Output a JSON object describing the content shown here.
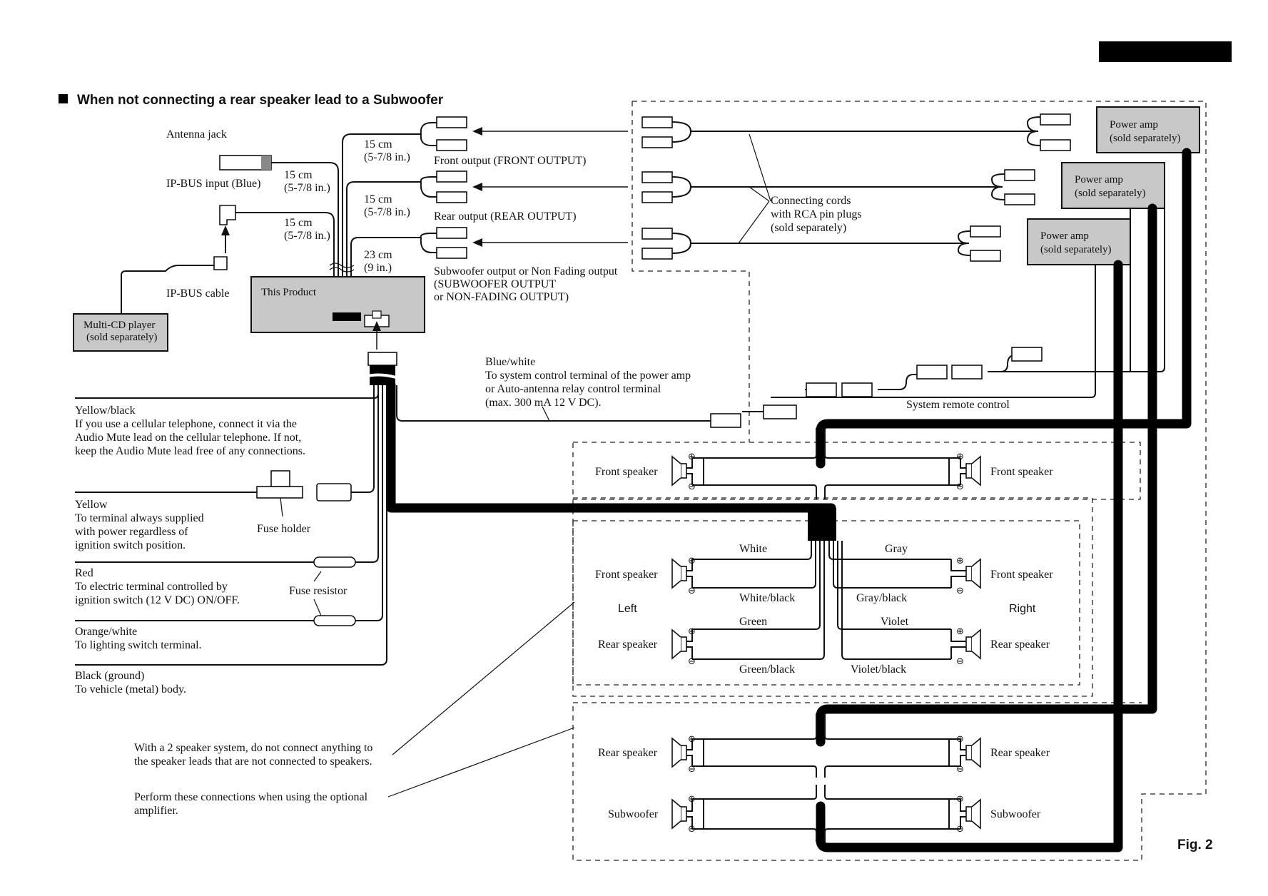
{
  "header_bar_color": "#000000",
  "section_heading": "When not connecting a rear speaker lead to a Subwoofer",
  "figure_label": "Fig. 2",
  "head_unit": {
    "label": "This Product",
    "antenna_jack": "Antenna jack",
    "ipbus_input": "IP-BUS input (Blue)",
    "ipbus_cable": "IP-BUS cable",
    "multi_cd_line1": "Multi-CD player",
    "multi_cd_line2": "(sold separately)",
    "len_antenna_1": "15 cm",
    "len_antenna_2": "(5-7/8 in.)",
    "len_ipbus_1": "15 cm",
    "len_ipbus_2": "(5-7/8 in.)"
  },
  "rca_outputs": {
    "front_len_1": "15 cm",
    "front_len_2": "(5-7/8 in.)",
    "front_label": "Front output (FRONT OUTPUT)",
    "rear_len_1": "15 cm",
    "rear_len_2": "(5-7/8 in.)",
    "rear_label": "Rear output (REAR OUTPUT)",
    "sub_len_1": "23 cm",
    "sub_len_2": "(9 in.)",
    "sub_label_1": "Subwoofer output or Non Fading output",
    "sub_label_2": "(SUBWOOFER OUTPUT",
    "sub_label_3": "or NON-FADING OUTPUT)",
    "cords_1": "Connecting cords",
    "cords_2": "with RCA pin plugs",
    "cords_3": "(sold separately)"
  },
  "power_amps": [
    {
      "line1": "Power amp",
      "line2": "(sold separately)"
    },
    {
      "line1": "Power amp",
      "line2": "(sold separately)"
    },
    {
      "line1": "Power amp",
      "line2": "(sold separately)"
    }
  ],
  "blue_white": {
    "line1": "Blue/white",
    "line2": "To system control terminal of the power amp",
    "line3": "or Auto-antenna relay control terminal",
    "line4": "(max. 300 mA 12 V DC)."
  },
  "system_remote": "System remote control",
  "leads": {
    "yellow_black_1": "Yellow/black",
    "yellow_black_2": "If you use a cellular telephone, connect it via the",
    "yellow_black_3": "Audio Mute lead on the cellular telephone. If not,",
    "yellow_black_4": "keep the Audio Mute lead free of any connections.",
    "yellow_1": "Yellow",
    "yellow_2": "To terminal always supplied",
    "yellow_3": "with power regardless of",
    "yellow_4": "ignition switch position.",
    "fuse_holder": "Fuse holder",
    "red_1": "Red",
    "red_2": "To electric terminal controlled by",
    "red_3": "ignition switch (12 V DC) ON/OFF.",
    "fuse_resistor": "Fuse resistor",
    "orange_1": "Orange/white",
    "orange_2": "To lighting switch terminal.",
    "black_1": "Black (ground)",
    "black_2": "To vehicle (metal) body."
  },
  "notes": {
    "two_speaker_1": "With a 2 speaker system, do not connect anything to",
    "two_speaker_2": "the speaker leads that are not connected to speakers.",
    "optional_1": "Perform these connections when using the optional",
    "optional_2": "amplifier."
  },
  "speakers": {
    "front_speaker": "Front speaker",
    "rear_speaker": "Rear speaker",
    "subwoofer": "Subwoofer",
    "left": "Left",
    "right": "Right",
    "plus": "⊕",
    "minus": "⊖"
  },
  "wire_colors": {
    "white": "White",
    "white_black": "White/black",
    "green": "Green",
    "green_black": "Green/black",
    "gray": "Gray",
    "gray_black": "Gray/black",
    "violet": "Violet",
    "violet_black": "Violet/black"
  }
}
